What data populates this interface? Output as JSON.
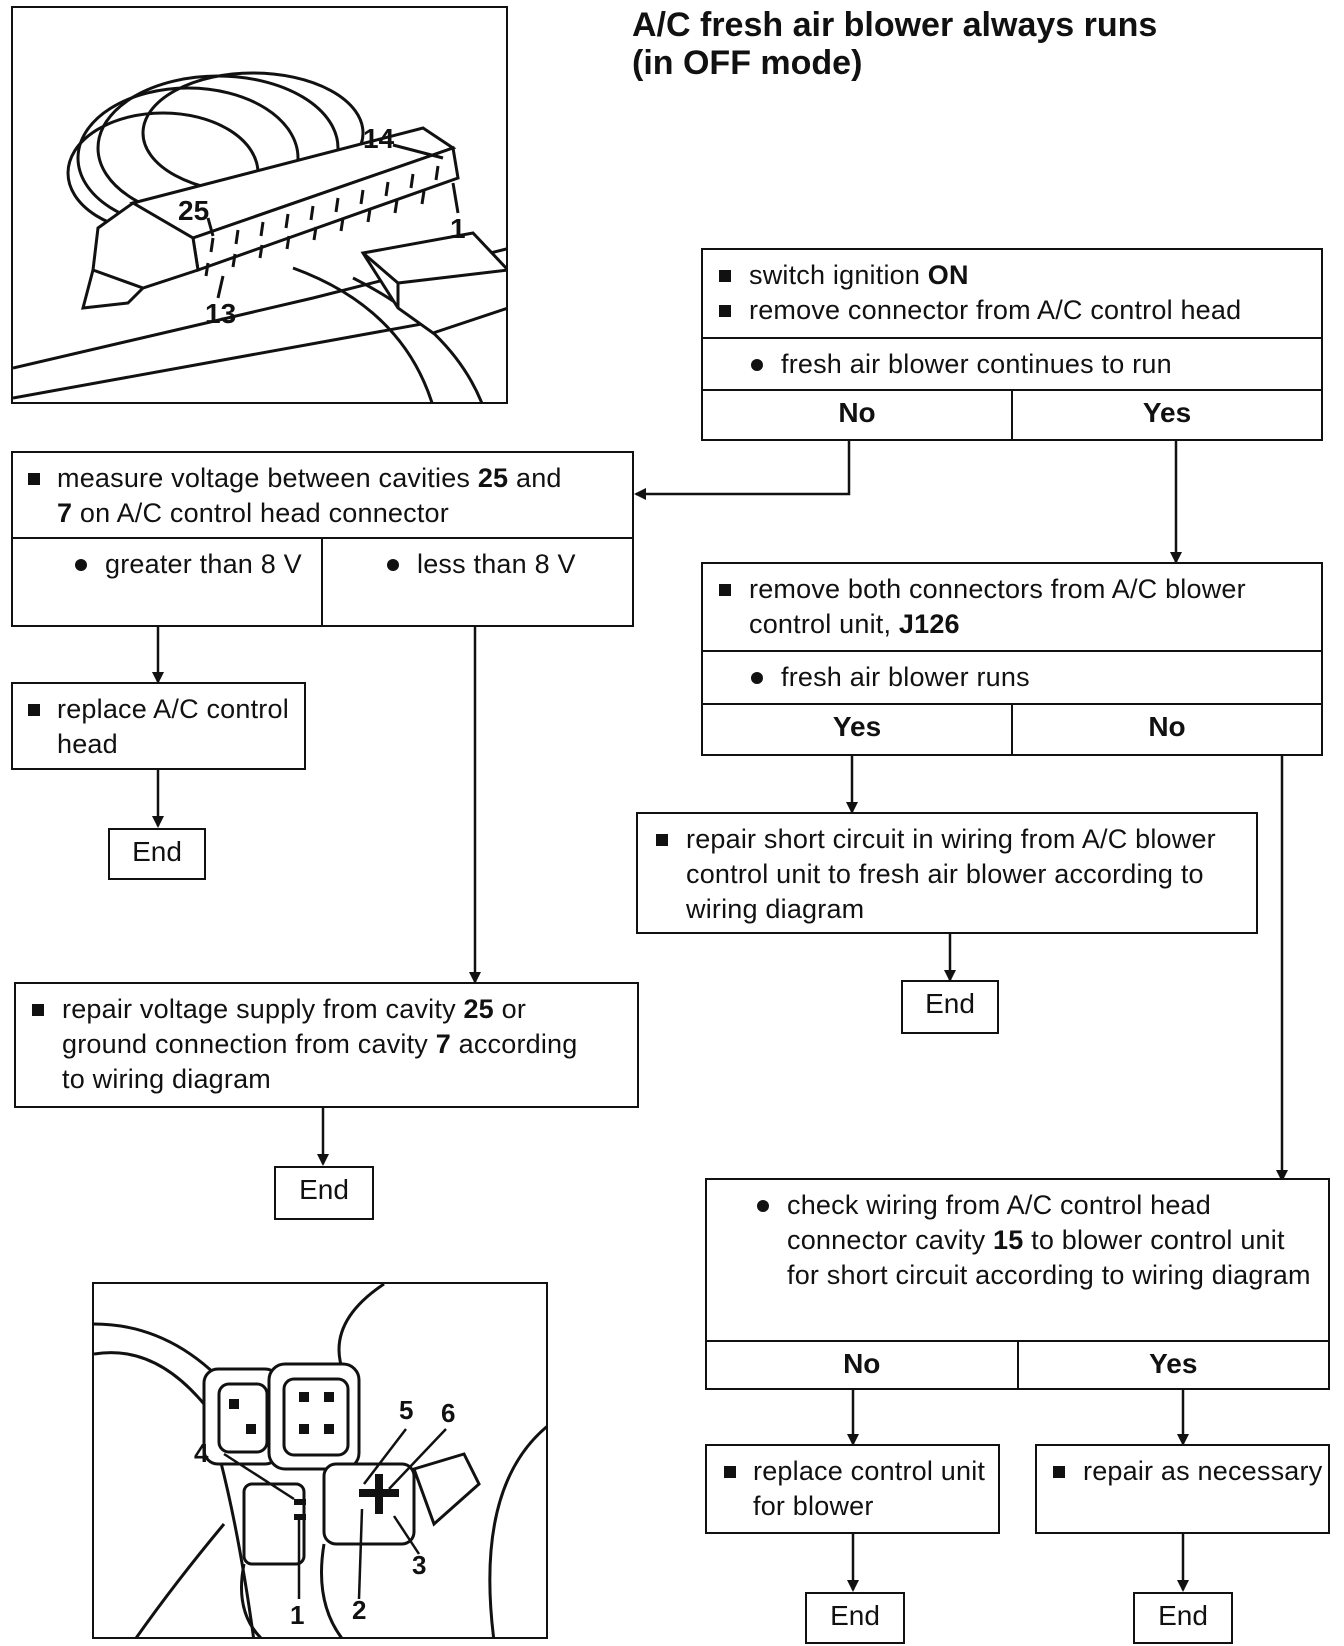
{
  "title": {
    "line1": "A/C fresh air blower always runs",
    "line2": "(in OFF mode)"
  },
  "figure1": {
    "pin_labels": [
      "14",
      "25",
      "1",
      "13"
    ]
  },
  "figure2": {
    "pin_labels": [
      "5",
      "6",
      "4",
      "3",
      "1",
      "2"
    ]
  },
  "step1": {
    "action1_pre": "switch ignition ",
    "action1_bold": "ON",
    "action2": "remove connector from A/C control head",
    "condition": "fresh air blower continues to run",
    "no": "No",
    "yes": "Yes"
  },
  "step2": {
    "action_pre": "measure voltage between cavities ",
    "action_bold1": "25",
    "action_mid": " and",
    "action_bold2": "7",
    "action_post": " on A/C control head connector",
    "left_cond": "greater than 8 V",
    "right_cond": "less than 8 V"
  },
  "step3": {
    "action_pre": "remove both connectors from A/C blower control unit, ",
    "action_bold": "J126",
    "condition": "fresh air blower runs",
    "yes": "Yes",
    "no": "No"
  },
  "replace_head": {
    "text": "replace A/C control head"
  },
  "repair_short": {
    "text": "repair short circuit in wiring from A/C blower control unit to fresh air blower according to wiring diagram"
  },
  "repair_supply": {
    "pre": "repair voltage supply from cavity ",
    "bold1": "25",
    "mid": " or ground connection from cavity ",
    "bold2": "7",
    "post": " according to wiring diagram"
  },
  "check_wiring": {
    "pre": "check wiring from A/C control head connector cavity ",
    "bold": "15",
    "post": " to blower control unit for short circuit according to wiring diagram",
    "no": "No",
    "yes": "Yes"
  },
  "replace_unit": {
    "text": "replace control unit for blower"
  },
  "repair_nec": {
    "text": "repair as necessary"
  },
  "end_label": "End"
}
